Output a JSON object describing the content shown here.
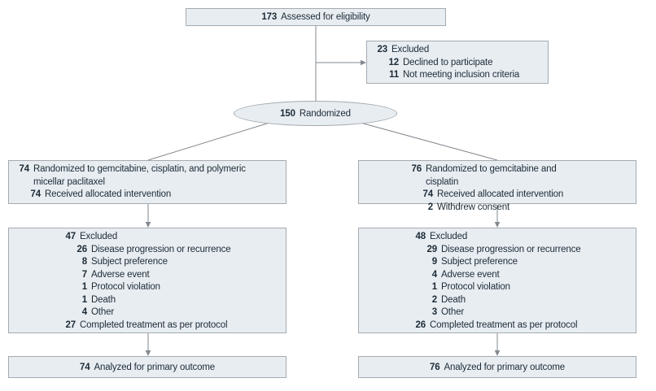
{
  "diagram": {
    "kind": "consort-flow",
    "colors": {
      "box_fill": "#e8edf2",
      "box_border": "#a4abb0",
      "connector": "#82898f",
      "text": "#1c2b36"
    },
    "eligibility": {
      "num": "173",
      "label": "Assessed for eligibility"
    },
    "excluded_top": {
      "rows": [
        {
          "num": "23",
          "label": "Excluded"
        },
        {
          "num": "12",
          "label": "Declined to participate"
        },
        {
          "num": "11",
          "label": "Not meeting inclusion criteria"
        }
      ]
    },
    "randomized": {
      "num": "150",
      "label": "Randomized"
    },
    "alloc_left": {
      "rows": [
        {
          "num": "74",
          "label": "Randomized to gemcitabine, cisplatin, and polymeric micellar paclitaxel"
        },
        {
          "num": "74",
          "label": "Received allocated intervention"
        }
      ]
    },
    "alloc_right": {
      "rows": [
        {
          "num": "76",
          "label": "Randomized to gemcitabine and cisplatin"
        },
        {
          "num": "74",
          "label": "Received allocated intervention"
        },
        {
          "num": "2",
          "label": "Withdrew consent"
        }
      ]
    },
    "excluded_left": {
      "rows": [
        {
          "num": "47",
          "label": "Excluded"
        },
        {
          "num": "26",
          "label": "Disease progression or recurrence"
        },
        {
          "num": "8",
          "label": "Subject preference"
        },
        {
          "num": "7",
          "label": "Adverse event"
        },
        {
          "num": "1",
          "label": "Protocol violation"
        },
        {
          "num": "1",
          "label": "Death"
        },
        {
          "num": "4",
          "label": "Other"
        },
        {
          "num": "27",
          "label": "Completed treatment as per protocol"
        }
      ]
    },
    "excluded_right": {
      "rows": [
        {
          "num": "48",
          "label": "Excluded"
        },
        {
          "num": "29",
          "label": "Disease progression or recurrence"
        },
        {
          "num": "9",
          "label": "Subject preference"
        },
        {
          "num": "4",
          "label": "Adverse event"
        },
        {
          "num": "1",
          "label": "Protocol violation"
        },
        {
          "num": "2",
          "label": "Death"
        },
        {
          "num": "3",
          "label": "Other"
        },
        {
          "num": "26",
          "label": "Completed treatment as per protocol"
        }
      ]
    },
    "analyzed_left": {
      "num": "74",
      "label": "Analyzed for primary outcome"
    },
    "analyzed_right": {
      "num": "76",
      "label": "Analyzed for primary outcome"
    }
  }
}
